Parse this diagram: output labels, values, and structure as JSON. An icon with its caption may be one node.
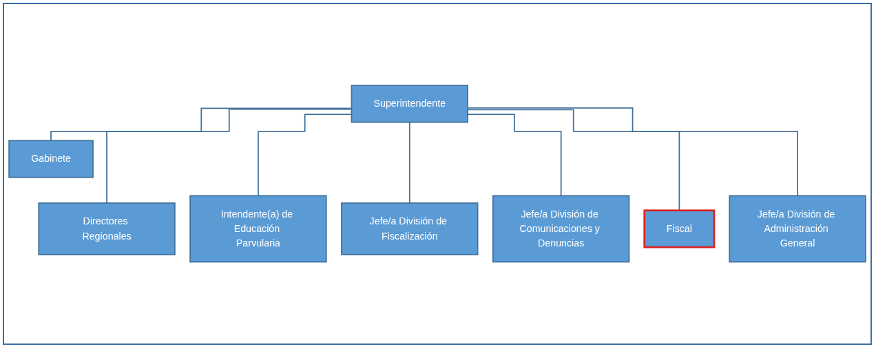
{
  "diagram": {
    "nodes": [
      {
        "text": [
          "Superintendente"
        ]
      },
      {
        "text": [
          "Gabinete"
        ]
      },
      {
        "text": [
          "Directores Regionales"
        ]
      },
      {
        "text": [
          "Intendente(a) de Educación Parvularia"
        ]
      },
      {
        "text": [
          "Jefe/a División de Fiscalización"
        ]
      },
      {
        "text": [
          "Jefe/a División de Comunicaciones y Denuncias"
        ]
      },
      {
        "text": [
          "Fiscal"
        ]
      },
      {
        "text": [
          "Jefe/a División de Administración General"
        ]
      }
    ],
    "edges": [
      {
        "from": 0,
        "to": 1,
        "arrow": "none"
      },
      {
        "from": 0,
        "to": 2,
        "arrow": "none"
      },
      {
        "from": 0,
        "to": 3,
        "arrow": "none"
      },
      {
        "from": 0,
        "to": 4,
        "arrow": "none"
      },
      {
        "from": 0,
        "to": 5,
        "arrow": "none"
      },
      {
        "from": 0,
        "to": 6,
        "arrow": "none"
      },
      {
        "from": 0,
        "to": 7,
        "arrow": "none"
      }
    ]
  }
}
